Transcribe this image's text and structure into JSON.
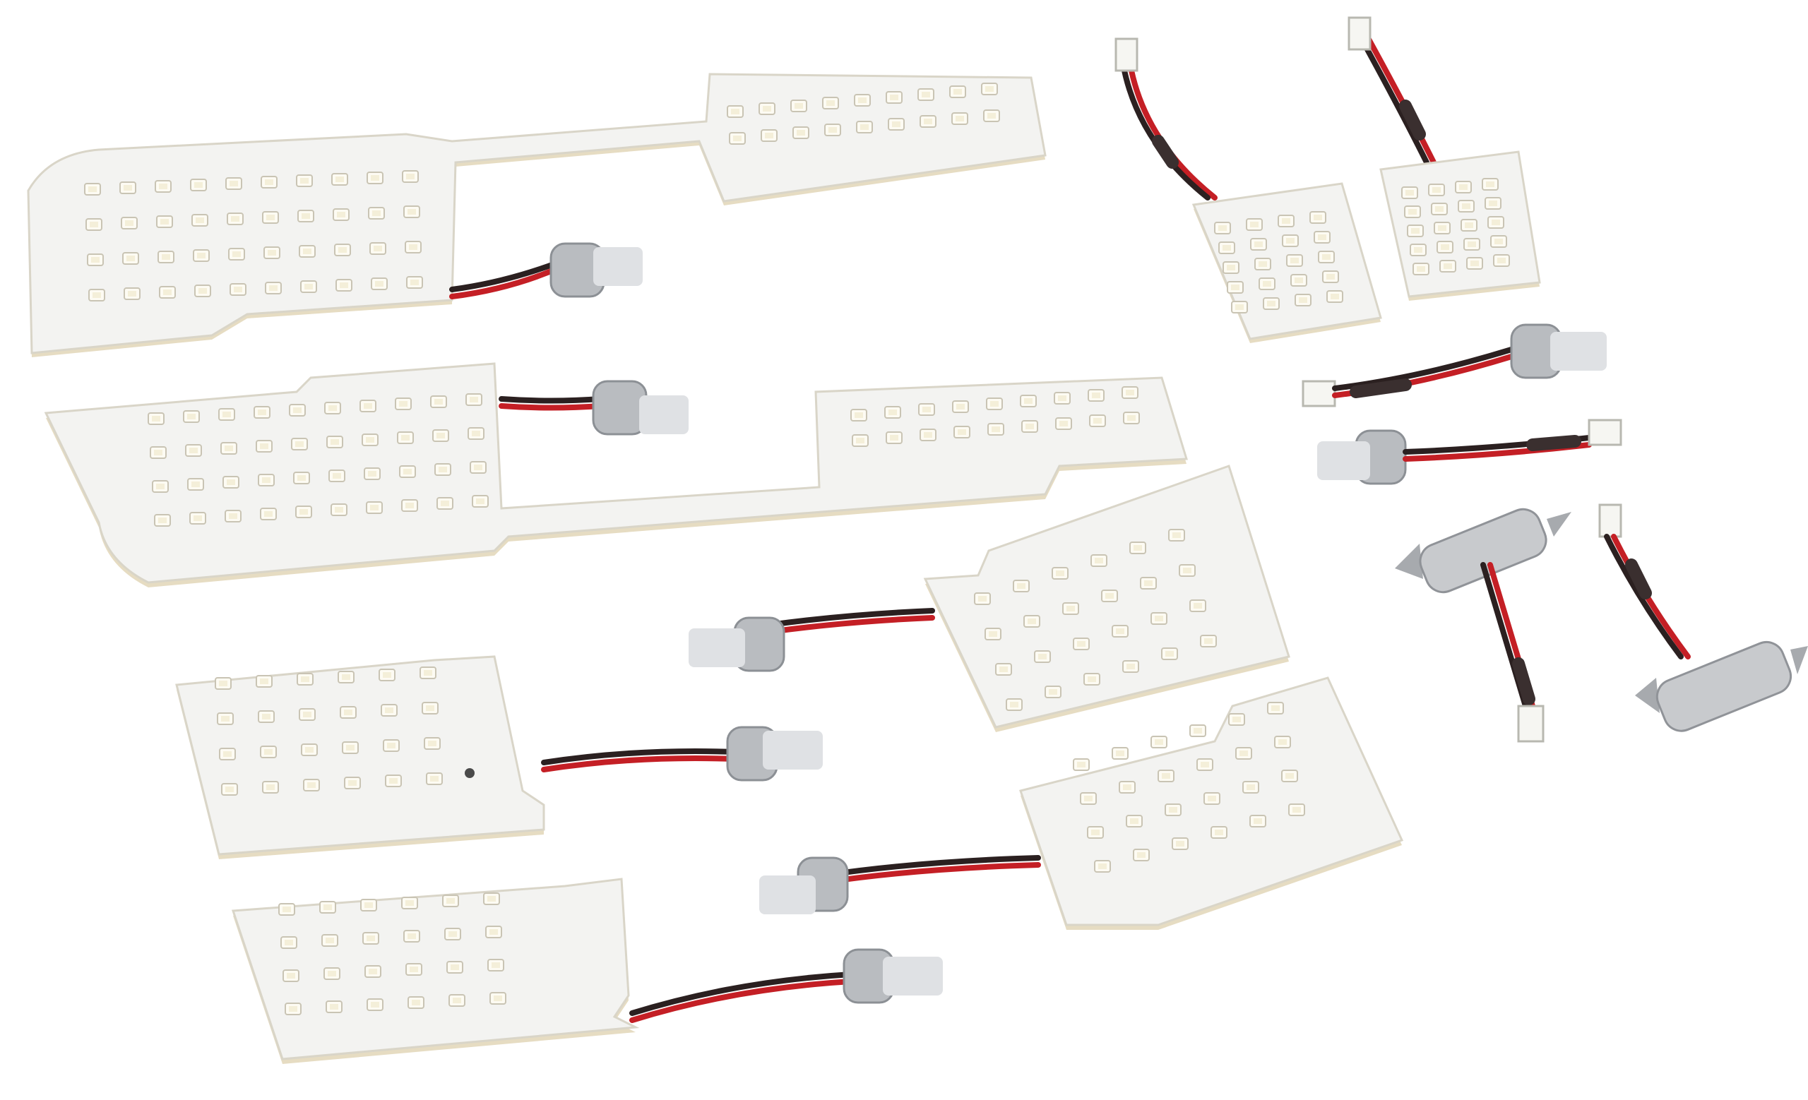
{
  "scene": {
    "subject": "led-interior-light-kit",
    "colors": {
      "background": "#ffffff",
      "pcb": "#f3f3f1",
      "pcb_edge": "#e6dcc2",
      "wire_red": "#c41f25",
      "wire_black": "#2b2020",
      "socket_silver": "#b9bcc0"
    },
    "components": {
      "large_front_panels": 2,
      "medium_rect_panels": 4,
      "small_top_panels": 2,
      "wedge_adapters": 2,
      "festoon_bulbs": 2
    }
  }
}
